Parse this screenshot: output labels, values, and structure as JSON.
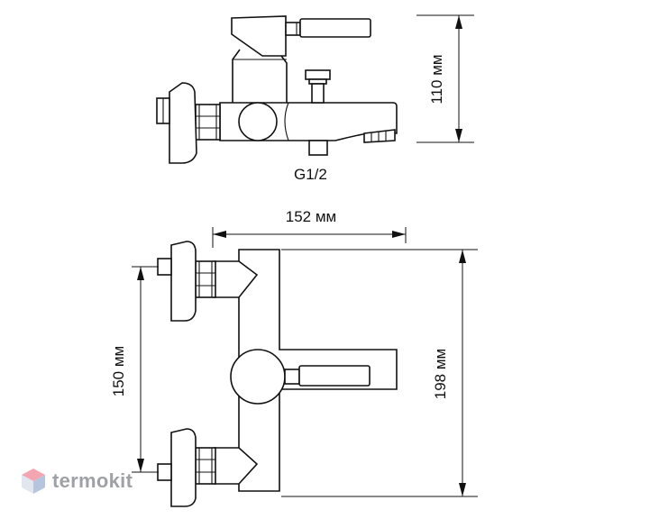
{
  "dimensions": {
    "height_top": "110 мм",
    "width_total": "152 мм",
    "height_total": "198 мм",
    "center_distance": "150 мм"
  },
  "thread_label": "G1/2",
  "watermark": {
    "brand": "termokit",
    "icon": "termokit-cube-logo-icon"
  },
  "colors": {
    "line": "#111111",
    "watermark_text": "#9fa1a6",
    "logo_pink": "#f3a6b1",
    "logo_blue": "#b7c4dd",
    "logo_light": "#e2e6ef"
  }
}
